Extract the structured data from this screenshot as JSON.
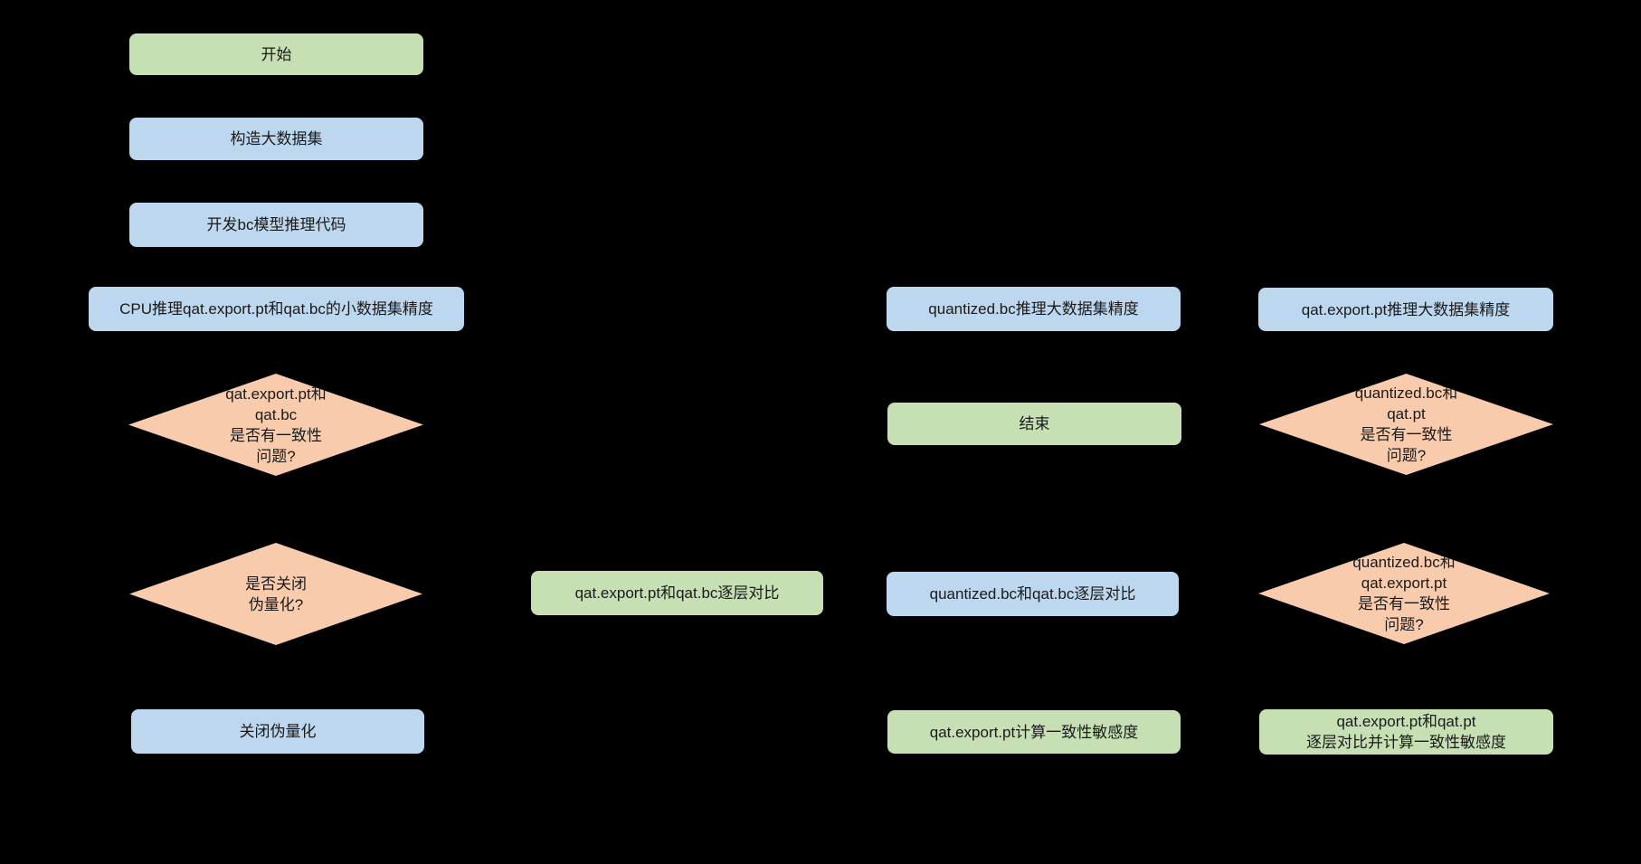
{
  "diagram": {
    "type": "flowchart",
    "background_color": "#000000",
    "palette": {
      "start_end_fill": "#C6E0B4",
      "process_fill": "#BDD7EE",
      "decision_fill": "#F8CBAD",
      "text_color": "#1a1a1a"
    },
    "nodes": [
      {
        "id": "start",
        "type": "start",
        "shape": "rounded-rect",
        "fill": "#C6E0B4",
        "label": "开始"
      },
      {
        "id": "build-large-dataset",
        "type": "process",
        "shape": "rounded-rect",
        "fill": "#BDD7EE",
        "label": "构造大数据集"
      },
      {
        "id": "develop-bc-code",
        "type": "process",
        "shape": "rounded-rect",
        "fill": "#BDD7EE",
        "label": "开发bc模型推理代码"
      },
      {
        "id": "cpu-infer-small",
        "type": "process",
        "shape": "rounded-rect",
        "fill": "#BDD7EE",
        "label": "CPU推理qat.export.pt和qat.bc的小数据集精度"
      },
      {
        "id": "consistency-pt-bc",
        "type": "decision",
        "shape": "diamond",
        "fill": "#F8CBAD",
        "label": "qat.export.pt和\nqat.bc\n是否有一致性\n问题?"
      },
      {
        "id": "close-fakequant-q",
        "type": "decision",
        "shape": "diamond",
        "fill": "#F8CBAD",
        "label": "是否关闭\n伪量化?"
      },
      {
        "id": "close-fakequant",
        "type": "process",
        "shape": "rounded-rect",
        "fill": "#BDD7EE",
        "label": "关闭伪量化"
      },
      {
        "id": "pt-bc-layer-compare",
        "type": "action",
        "shape": "rounded-rect",
        "fill": "#C6E0B4",
        "label": "qat.export.pt和qat.bc逐层对比"
      },
      {
        "id": "quantized-bc-infer",
        "type": "process",
        "shape": "rounded-rect",
        "fill": "#BDD7EE",
        "label": "quantized.bc推理大数据集精度"
      },
      {
        "id": "end",
        "type": "end",
        "shape": "rounded-rect",
        "fill": "#C6E0B4",
        "label": "结束"
      },
      {
        "id": "qbc-bc-layer-compare",
        "type": "process",
        "shape": "rounded-rect",
        "fill": "#BDD7EE",
        "label": "quantized.bc和qat.bc逐层对比"
      },
      {
        "id": "pt-sensitivity",
        "type": "action",
        "shape": "rounded-rect",
        "fill": "#C6E0B4",
        "label": "qat.export.pt计算一致性敏感度"
      },
      {
        "id": "pt-infer-large",
        "type": "process",
        "shape": "rounded-rect",
        "fill": "#BDD7EE",
        "label": "qat.export.pt推理大数据集精度"
      },
      {
        "id": "consistency-qbc-pt",
        "type": "decision",
        "shape": "diamond",
        "fill": "#F8CBAD",
        "label": "quantized.bc和\nqat.pt\n是否有一致性\n问题?"
      },
      {
        "id": "consistency-qbc-ept",
        "type": "decision",
        "shape": "diamond",
        "fill": "#F8CBAD",
        "label": "quantized.bc和\nqat.export.pt\n是否有一致性\n问题?"
      },
      {
        "id": "pt-pt-compare-sens",
        "type": "action",
        "shape": "rounded-rect",
        "fill": "#C6E0B4",
        "label": "qat.export.pt和qat.pt\n逐层对比并计算一致性敏感度"
      }
    ]
  }
}
